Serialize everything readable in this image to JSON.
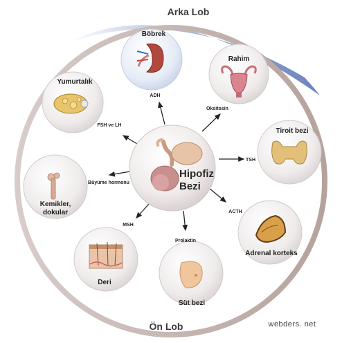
{
  "lobes": {
    "posterior": "Arka Lob",
    "anterior": "Ön Lob"
  },
  "center": {
    "line1": "Hipofiz",
    "line2": "Bezi"
  },
  "organs": {
    "kidney": "Böbrek",
    "uterus": "Rahim",
    "ovary": "Yumurtalık",
    "thyroid": "Tiroit bezi",
    "bones_line1": "Kemikler,",
    "bones_line2": "dokular",
    "adrenal": "Adrenal korteks",
    "skin": "Deri",
    "breast": "Süt bezi"
  },
  "hormones": {
    "adh": "ADH",
    "oxytocin": "Oksitosin",
    "fsh_lh": "FSH  ve LH",
    "tsh": "TSH",
    "growth": "Büyüme hormonu",
    "acth": "ACTH",
    "msh": "MSH",
    "prolactin": "Prolaktin"
  },
  "watermark": "webders. net",
  "colors": {
    "posterior_band": "#9db0d8",
    "anterior_band": "#c9b8b4",
    "node_fill": "#ece8e8",
    "arrow": "#222222"
  }
}
